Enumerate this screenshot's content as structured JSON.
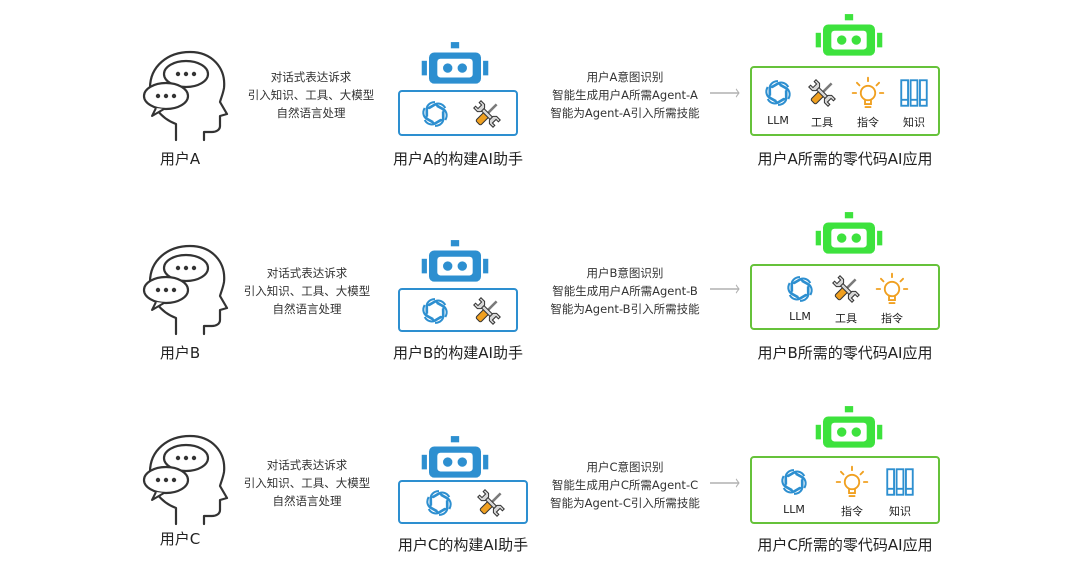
{
  "rows": [
    {
      "user_label": "用户A",
      "notes": [
        "对话式表达诉求",
        "引入知识、工具、大模型",
        "自然语言处理"
      ],
      "assistant_caption": "用户A的构建AI助手",
      "agent_notes": [
        "用户A意图识别",
        "智能生成用户A所需Agent-A",
        "智能为Agent-A引入所需技能"
      ],
      "app_caption": "用户A所需的零代码AI应用",
      "app_tools": [
        {
          "icon": "openai-icon",
          "label": "LLM"
        },
        {
          "icon": "tools-icon",
          "label": "工具"
        },
        {
          "icon": "bulb-icon",
          "label": "指令"
        },
        {
          "icon": "books-icon",
          "label": "知识"
        }
      ]
    },
    {
      "user_label": "用户B",
      "notes": [
        "对话式表达诉求",
        "引入知识、工具、大模型",
        "自然语言处理"
      ],
      "assistant_caption": "用户B的构建AI助手",
      "agent_notes": [
        "用户B意图识别",
        "智能生成用户A所需Agent-B",
        "智能为Agent-B引入所需技能"
      ],
      "app_caption": "用户B所需的零代码AI应用",
      "app_tools": [
        {
          "icon": "openai-icon",
          "label": "LLM"
        },
        {
          "icon": "tools-icon",
          "label": "工具"
        },
        {
          "icon": "bulb-icon",
          "label": "指令"
        }
      ]
    },
    {
      "user_label": "用户C",
      "notes": [
        "对话式表达诉求",
        "引入知识、工具、大模型",
        "自然语言处理"
      ],
      "assistant_caption": "用户C的构建AI助手",
      "agent_notes": [
        "用户C意图识别",
        "智能生成用户C所需Agent-C",
        "智能为Agent-C引入所需技能"
      ],
      "app_caption": "用户C所需的零代码AI应用",
      "app_tools": [
        {
          "icon": "openai-icon",
          "label": "LLM"
        },
        {
          "icon": "bulb-icon",
          "label": "指令"
        },
        {
          "icon": "books-icon",
          "label": "知识"
        }
      ]
    }
  ],
  "colors": {
    "blue": "#2d8fd0",
    "green": "#3de23d",
    "green_border": "#66c23a",
    "orange": "#f0a020",
    "arrow": "#b0b0b0"
  }
}
